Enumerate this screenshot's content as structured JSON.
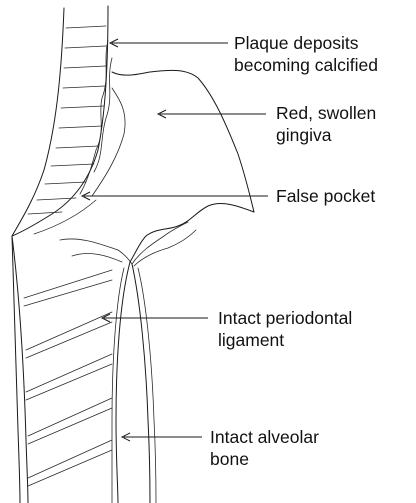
{
  "labels": {
    "plaque": {
      "line1": "Plaque deposits",
      "line2": "becoming calcified"
    },
    "gingiva": {
      "line1": "Red, swollen",
      "line2": "gingiva"
    },
    "pocket": {
      "line1": "False pocket"
    },
    "ligament": {
      "line1": "Intact periodontal",
      "line2": "ligament"
    },
    "bone": {
      "line1": "Intact alveolar",
      "line2": "bone"
    }
  },
  "colors": {
    "ink": "#1a1a1a",
    "background": "#ffffff"
  }
}
